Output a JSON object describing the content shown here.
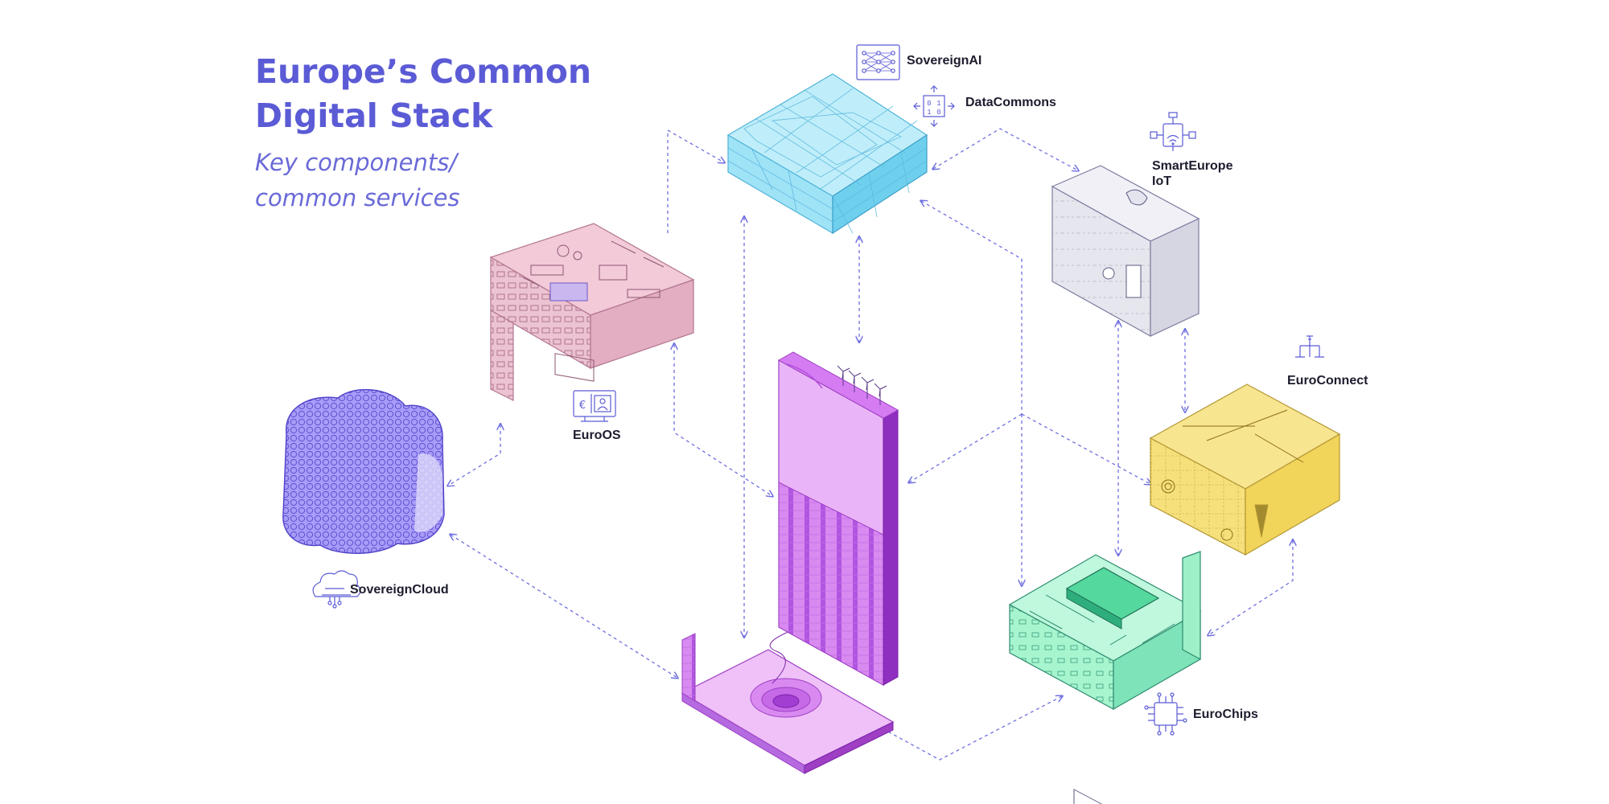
{
  "header": {
    "title_line1": "Europe’s Common",
    "title_line2": "Digital Stack",
    "subtitle_line1": "Key components/",
    "subtitle_line2": "common services"
  },
  "components": {
    "sovereign_ai": {
      "label": "SovereignAI",
      "icon": "neural-network-icon"
    },
    "data_commons": {
      "label": "DataCommons",
      "icon": "binary-data-icon",
      "icon_digits": [
        "0",
        "1",
        "1",
        "0"
      ]
    },
    "smart_iot": {
      "label_line1": "SmartEurope",
      "label_line2": "IoT",
      "icon": "iot-device-icon"
    },
    "euro_connect": {
      "label": "EuroConnect",
      "icon": "network-tree-icon"
    },
    "euro_os": {
      "label": "EuroOS",
      "icon": "monitor-icon",
      "icon_symbol": "€"
    },
    "sovereign_cloud": {
      "label": "SovereignCloud",
      "icon": "cloud-circuit-icon"
    },
    "euro_chips": {
      "label": "EuroChips",
      "icon": "chip-icon"
    }
  },
  "colors": {
    "accent": "#5b5bd6",
    "connector": "#6f6fe0",
    "ai_cyan": "#7fd8f0",
    "os_pink": "#e9b7c8",
    "cloud_violet": "#8b7cf0",
    "iot_grey": "#dcdde8",
    "connect_yellow": "#f4dc6a",
    "chips_mint": "#8ef0c0",
    "tower_magenta": "#e08cf0"
  }
}
